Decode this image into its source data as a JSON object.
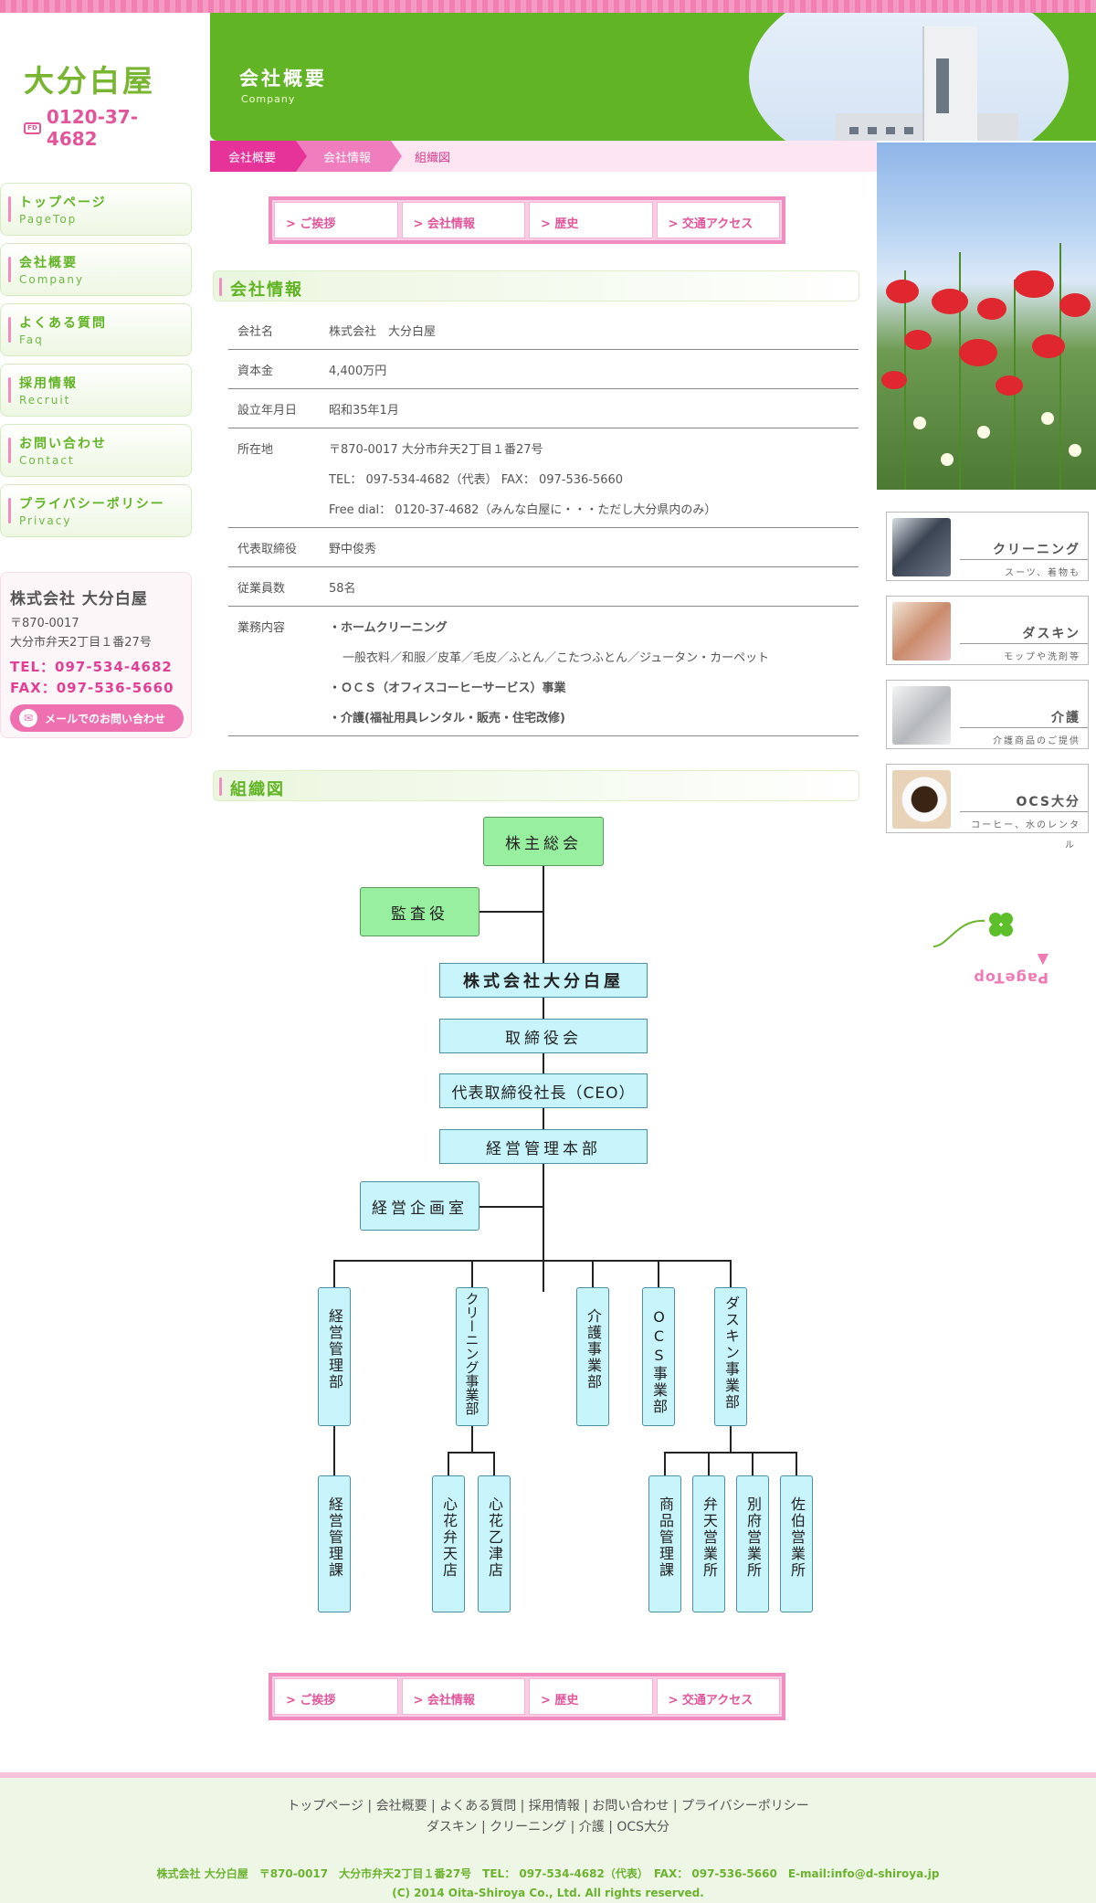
{
  "logo": {
    "name": "大分白屋",
    "tel_badge": "FD",
    "tel": "0120-37-4682"
  },
  "header": {
    "title": "会社概要",
    "subtitle": "Company"
  },
  "breadcrumb": [
    "会社概要",
    "会社情報",
    "組織図"
  ],
  "side_nav": [
    {
      "jp": "トップページ",
      "en": "PageTop"
    },
    {
      "jp": "会社概要",
      "en": "Company"
    },
    {
      "jp": "よくある質問",
      "en": "Faq"
    },
    {
      "jp": "採用情報",
      "en": "Recruit"
    },
    {
      "jp": "お問い合わせ",
      "en": "Contact"
    },
    {
      "jp": "プライバシーポリシー",
      "en": "Privacy"
    }
  ],
  "company_card": {
    "name": "株式会社 大分白屋",
    "zip": "〒870-0017",
    "address": "大分市弁天2丁目１番27号",
    "tel": "TEL：097-534-4682",
    "fax": "FAX：097-536-5660",
    "mail_button": "メールでのお問い合わせ"
  },
  "sub_nav": [
    "> ご挨拶",
    "> 会社情報",
    "> 歴史",
    "> 交通アクセス"
  ],
  "sections": {
    "info": "会社情報",
    "org": "組織図"
  },
  "company_info": [
    {
      "label": "会社名",
      "lines": [
        "株式会社　大分白屋"
      ]
    },
    {
      "label": "資本金",
      "lines": [
        "4,400万円"
      ]
    },
    {
      "label": "設立年月日",
      "lines": [
        "昭和35年1月"
      ]
    },
    {
      "label": "所在地",
      "lines": [
        "〒870-0017 大分市弁天2丁目１番27号",
        "TEL： 097-534-4682（代表） FAX： 097-536-5660",
        "Free dial： 0120-37-4682（みんな白屋に・・・ただし大分県内のみ）"
      ]
    },
    {
      "label": "代表取締役",
      "lines": [
        "野中俊秀"
      ]
    },
    {
      "label": "従業員数",
      "lines": [
        "58名"
      ]
    },
    {
      "label": "業務内容",
      "lines": [
        "・ホームクリーニング",
        "一般衣料／和服／皮革／毛皮／ふとん／こたつふとん／ジュータン・カーペット",
        "・ＯＣＳ（オフィスコーヒーサービス）事業",
        "・介護(福祉用具レンタル・販売・住宅改修)"
      ]
    }
  ],
  "services": [
    {
      "title": "クリーニング",
      "sub": "スーツ、着物も",
      "icon": "suit-photo"
    },
    {
      "title": "ダスキン",
      "sub": "モップや洗剤等",
      "icon": "staff-photo"
    },
    {
      "title": "介護",
      "sub": "介護商品のご提供",
      "icon": "bed-photo"
    },
    {
      "title": "OCS大分",
      "sub": "コーヒー、水のレンタ",
      "overflow": "ル",
      "icon": "coffee-photo"
    }
  ],
  "pagetop": "PageTop ▲",
  "org_chart": {
    "shareholders": "株主総会",
    "auditor": "監査役",
    "company": "株式会社大分白屋",
    "board": "取締役会",
    "ceo": "代表取締役社長（CEO）",
    "hq": "経営管理本部",
    "planning": "経営企画室",
    "departments": [
      "経営管理部",
      "クリーニング事業部",
      "介護事業部",
      "OCS事業部",
      "ダスキン事業部"
    ],
    "units": [
      "経営管理課",
      "心花弁天店",
      "心花乙津店",
      "商品管理課",
      "弁天営業所",
      "別府営業所",
      "佐伯営業所"
    ]
  },
  "footer": {
    "links_1": "トップページ | 会社概要 | よくある質問 | 採用情報 | お問い合わせ | プライバシーポリシー",
    "links_2": "ダスキン | クリーニング | 介護 | OCS大分",
    "address": "株式会社 大分白屋　〒870-0017　大分市弁天2丁目１番27号　TEL： 097-534-4682（代表）　FAX： 097-536-5660　E-mail:info@d-shiroya.jp",
    "copyright": "(C) 2014 Oita-Shiroya Co., Ltd. All rights reserved."
  },
  "colors": {
    "green": "#61b423",
    "pink": "#e2559a",
    "org_box": "#c7f5fb",
    "org_box_green": "#97ef9f"
  }
}
